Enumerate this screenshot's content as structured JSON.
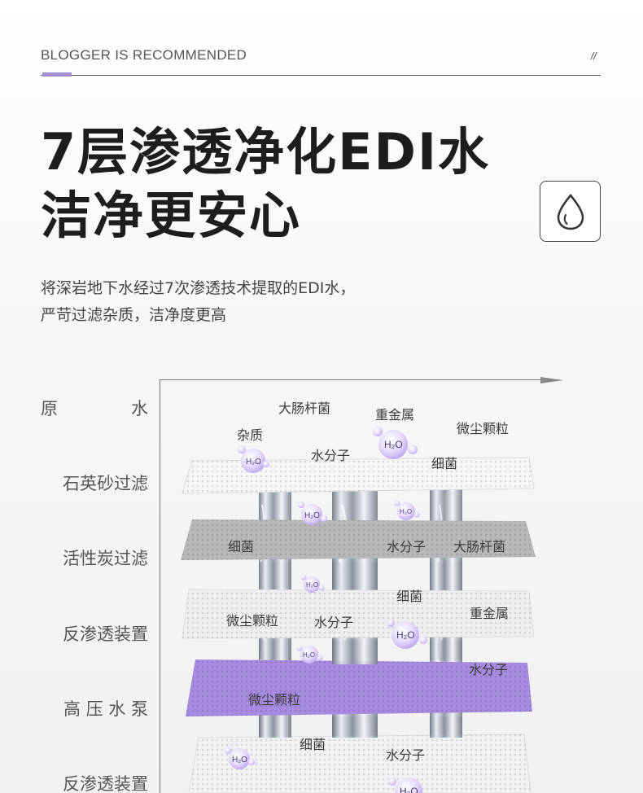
{
  "header": {
    "label": "BLOGGER IS RECOMMENDED",
    "mark": "//",
    "accent_color": "#a38fd6"
  },
  "title": {
    "line1": "7层渗透净化EDI水",
    "line2": "洁净更安心"
  },
  "icon": {
    "name": "water-drop-icon"
  },
  "description": {
    "line1": "将深岩地下水经过7次渗透技术提取的EDI水，",
    "line2": "严苛过滤杂质，洁净度更高"
  },
  "stages": [
    {
      "label": "原　　水"
    },
    {
      "label": "石英砂过滤"
    },
    {
      "label": "活性炭过滤"
    },
    {
      "label": "反渗透装置"
    },
    {
      "label": "高 压 水 泵"
    },
    {
      "label": "反渗透装置"
    }
  ],
  "diagram": {
    "raw_words": [
      "大肠杆菌",
      "重金属",
      "杂质",
      "微尘颗粒",
      "水分子",
      "细菌"
    ],
    "layer2_words": [
      "细菌",
      "水分子",
      "大肠杆菌"
    ],
    "layer3_words": [
      "细菌",
      "微尘颗粒",
      "水分子",
      "重金属"
    ],
    "layer4_words": [
      "水分子",
      "微尘颗粒"
    ],
    "layer5_words": [
      "细菌",
      "水分子"
    ],
    "molecule_label": "H₂O",
    "purple_color": "#a78be0"
  }
}
